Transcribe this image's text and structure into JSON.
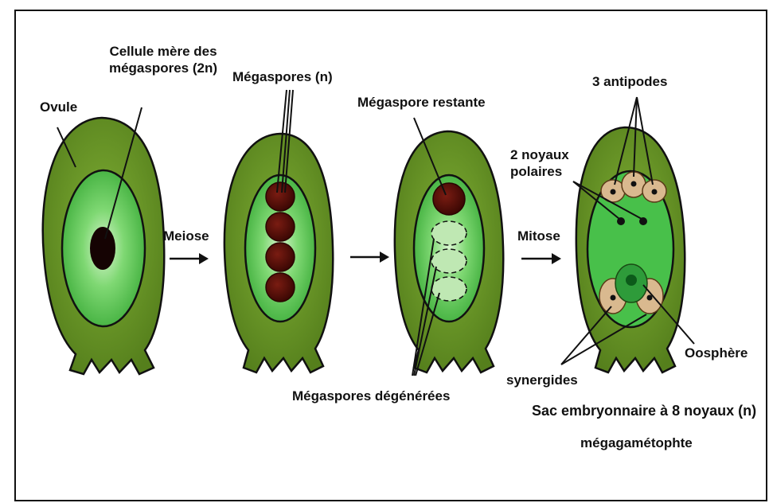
{
  "labels": {
    "ovule": "Ovule",
    "mother_cell_line1": "Cellule mère des",
    "mother_cell_line2": "mégaspores (2n)",
    "megaspores": "Mégaspores (n)",
    "remaining": "Mégaspore restante",
    "antipodes": "3 antipodes",
    "polar_line1": "2 noyaux",
    "polar_line2": "polaires",
    "meiosis": "Meiose",
    "mitosis": "Mitose",
    "degenerated": "Mégaspores dégénérées",
    "synergides": "synergides",
    "oosphere": "Oosphère",
    "sac_line1": "Sac embryonnaire à 8 noyaux (n)",
    "sac_line2": "mégagamétophte"
  },
  "colors": {
    "ovule_tissue": "#6a9a26",
    "sac_fill": "#4cbf4a",
    "sac_center": "#c8f0c0",
    "megaspore": "#5a0f08",
    "antipode_fill": "#d9b98f",
    "outline": "#111111"
  }
}
